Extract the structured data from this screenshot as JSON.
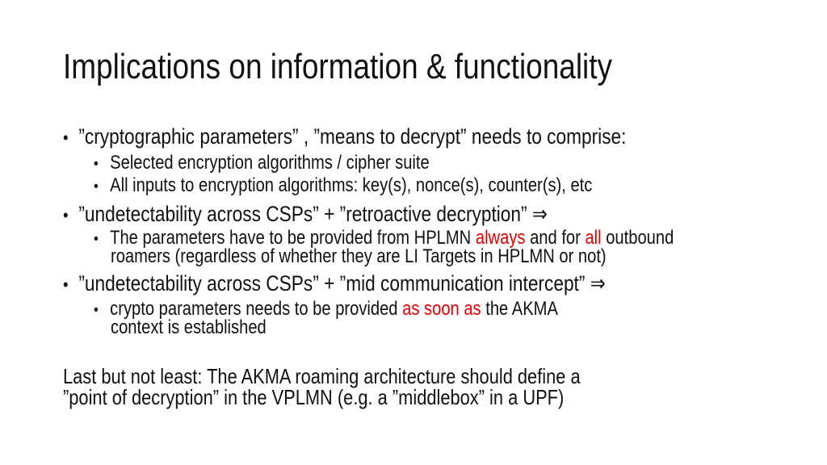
{
  "slide": {
    "background_color": "#FFFFFF",
    "text_color": "#111111",
    "highlight_color": "#E60000",
    "bullet_glyph": "•",
    "title": "Implications on information & functionality"
  },
  "content": {
    "b1": "”cryptographic parameters” , ”means to decrypt” needs to comprise:",
    "s1a": "Selected encryption algorithms / cipher suite",
    "s1b": "All inputs to encryption algorithms: key(s), nonce(s), counter(s), etc",
    "b2": "”undetectability across CSPs” + ”retroactive decryption” ⇒",
    "s2a_line1": {
      "pre": "The parameters have to be provided from HPLMN ",
      "red1": "always",
      "mid": " and for ",
      "red2": "all",
      "post": " outbound"
    },
    "s2a_line2": "roamers (regardless of whether they are LI Targets in HPLMN or not)",
    "b3": "”undetectability across CSPs” + ”mid communication intercept” ⇒",
    "s3a_line1": {
      "pre": "crypto parameters needs to be provided ",
      "red1": "as soon as",
      "post": " the AKMA"
    },
    "s3a_line2": "context is established",
    "closing_line1": "Last but not least: The AKMA roaming architecture should define a",
    "closing_line2": "”point of decryption” in the VPLMN (e.g. a ”middlebox” in a UPF)"
  }
}
